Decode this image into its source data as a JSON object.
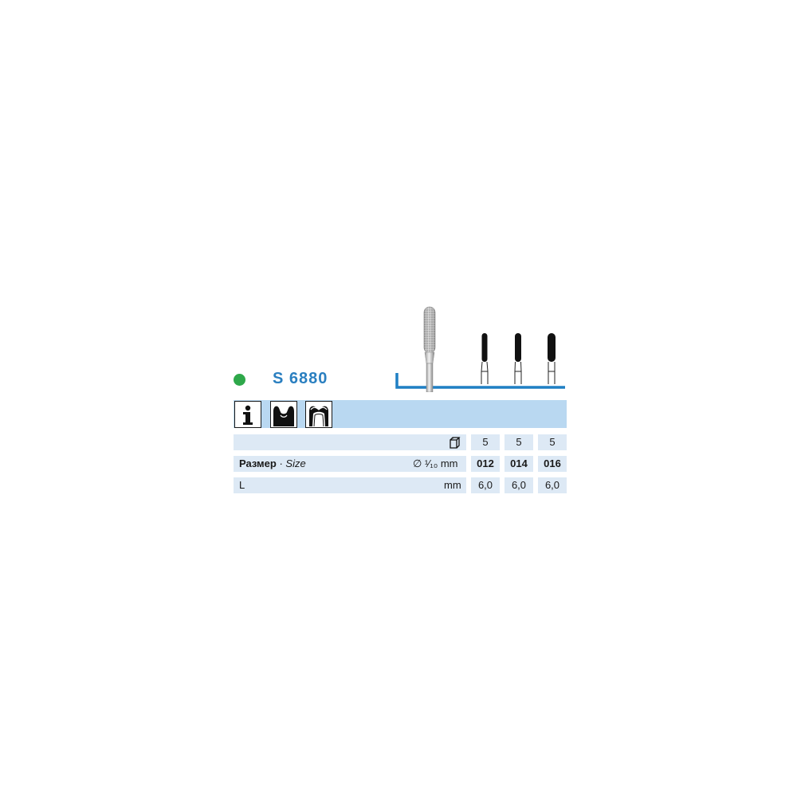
{
  "product": {
    "code": "S 6880",
    "grit_color": "#2ea84a",
    "accent_color": "#2a7fc0"
  },
  "icons": [
    "info-icon",
    "crown-preparation-icon",
    "bridge-preparation-icon"
  ],
  "table": {
    "package": {
      "icon": "package-icon",
      "values": [
        "5",
        "5",
        "5"
      ]
    },
    "size": {
      "label": "Размер",
      "separator": "·",
      "label_en": "Size",
      "unit": "∅ ¹⁄₁₀ mm",
      "values": [
        "012",
        "014",
        "016"
      ]
    },
    "length": {
      "label": "L",
      "unit": "mm",
      "values": [
        "6,0",
        "6,0",
        "6,0"
      ]
    }
  }
}
